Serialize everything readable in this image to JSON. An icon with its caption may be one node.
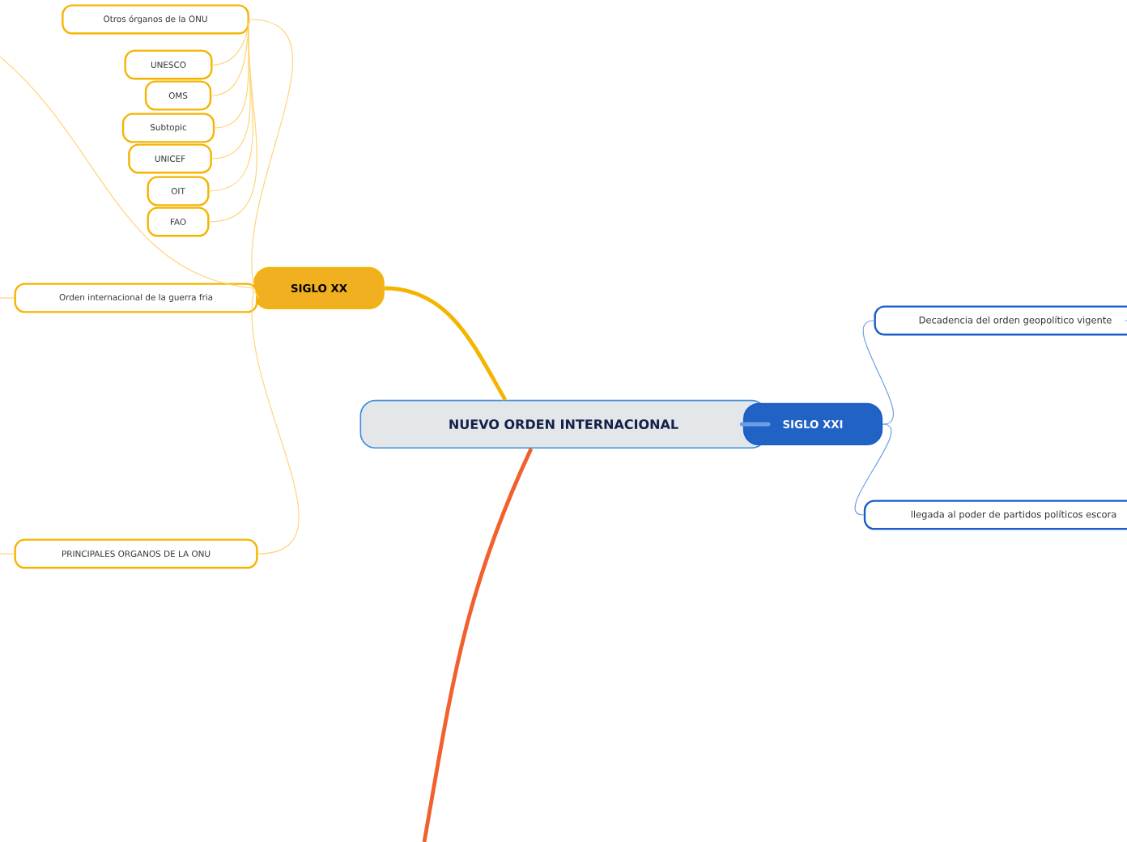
{
  "diagram": {
    "nodes": [
      {
        "text": [
          "NUEVO ORDEN INTERNACIONAL"
        ]
      },
      {
        "text": [
          "SIGLO XX"
        ]
      },
      {
        "text": [
          "Otros órganos de la ONU"
        ]
      },
      {
        "text": [
          "UNESCO"
        ]
      },
      {
        "text": [
          "OMS"
        ]
      },
      {
        "text": [
          "Subtopic"
        ]
      },
      {
        "text": [
          "UNICEF"
        ]
      },
      {
        "text": [
          "OIT"
        ]
      },
      {
        "text": [
          "FAO"
        ]
      },
      {
        "text": [
          "Orden internacional de la guerra fria"
        ]
      },
      {
        "text": [
          "PRINCIPALES ORGANOS DE LA ONU"
        ]
      },
      {
        "text": [
          "SIGLO XXI"
        ]
      },
      {
        "text": [
          "Decadencia del orden geopolítico vigente"
        ]
      },
      {
        "text": [
          "llegada  al poder de partidos políticos  escora"
        ]
      }
    ],
    "edges": [
      {
        "from": 0,
        "to": 1,
        "arrow": "none",
        "color": "#f5b400",
        "style": "thick"
      },
      {
        "from": 1,
        "to": 2,
        "arrow": "none"
      },
      {
        "from": 2,
        "to": 3,
        "arrow": "none"
      },
      {
        "from": 2,
        "to": 4,
        "arrow": "none"
      },
      {
        "from": 2,
        "to": 5,
        "arrow": "none"
      },
      {
        "from": 2,
        "to": 6,
        "arrow": "none"
      },
      {
        "from": 2,
        "to": 7,
        "arrow": "none"
      },
      {
        "from": 2,
        "to": 8,
        "arrow": "none"
      },
      {
        "from": 1,
        "to": 9,
        "arrow": "none"
      },
      {
        "from": 1,
        "to": 10,
        "arrow": "none"
      },
      {
        "from": 0,
        "to": 11,
        "arrow": "none",
        "color": "#6e9fe6",
        "style": "thick"
      },
      {
        "from": 11,
        "to": 12,
        "arrow": "none",
        "color": "#6e9fe6"
      },
      {
        "from": 11,
        "to": 13,
        "arrow": "none",
        "color": "#6e9fe6"
      },
      {
        "from": 1,
        "to": null,
        "arrow": "none"
      },
      {
        "from": 9,
        "to": null,
        "arrow": "none"
      },
      {
        "from": 10,
        "to": null,
        "arrow": "none"
      },
      {
        "from": 12,
        "to": null,
        "arrow": "none",
        "color": "#6e9fe6"
      },
      {
        "from": 0,
        "to": null,
        "arrow": "none",
        "color": "#f2602e",
        "style": "thick"
      }
    ]
  }
}
